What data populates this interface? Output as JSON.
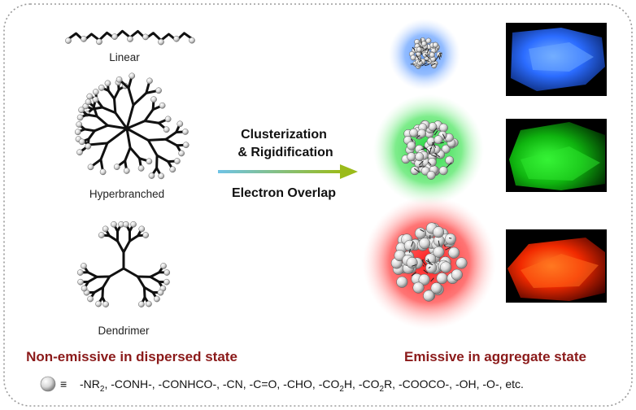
{
  "structures": {
    "linear_label": "Linear",
    "hyperbranched_label": "Hyperbranched",
    "dendrimer_label": "Dendrimer"
  },
  "arrow": {
    "line1": "Clusterization",
    "line2": "& Rigidification",
    "line3": "Electron Overlap"
  },
  "states": {
    "left": "Non-emissive in dispersed state",
    "right": "Emissive in aggregate state"
  },
  "legend": {
    "symbol": "≡",
    "t1": "-NR",
    "s1": "2",
    "t2": ", -CONH-, -CONHCO-, -CN, -C=O, -CHO, -CO",
    "s2": "2",
    "t3": "H, -CO",
    "s3": "2",
    "t4": "R, -COOCO-, -OH, -O-, etc."
  },
  "colors": {
    "blue": "#4a8cff",
    "green": "#2ee04a",
    "red": "#ff2a2a",
    "state_text": "#8b1a1a",
    "arrow_start": "#6fc3e6",
    "arrow_end": "#9bbb1a"
  }
}
